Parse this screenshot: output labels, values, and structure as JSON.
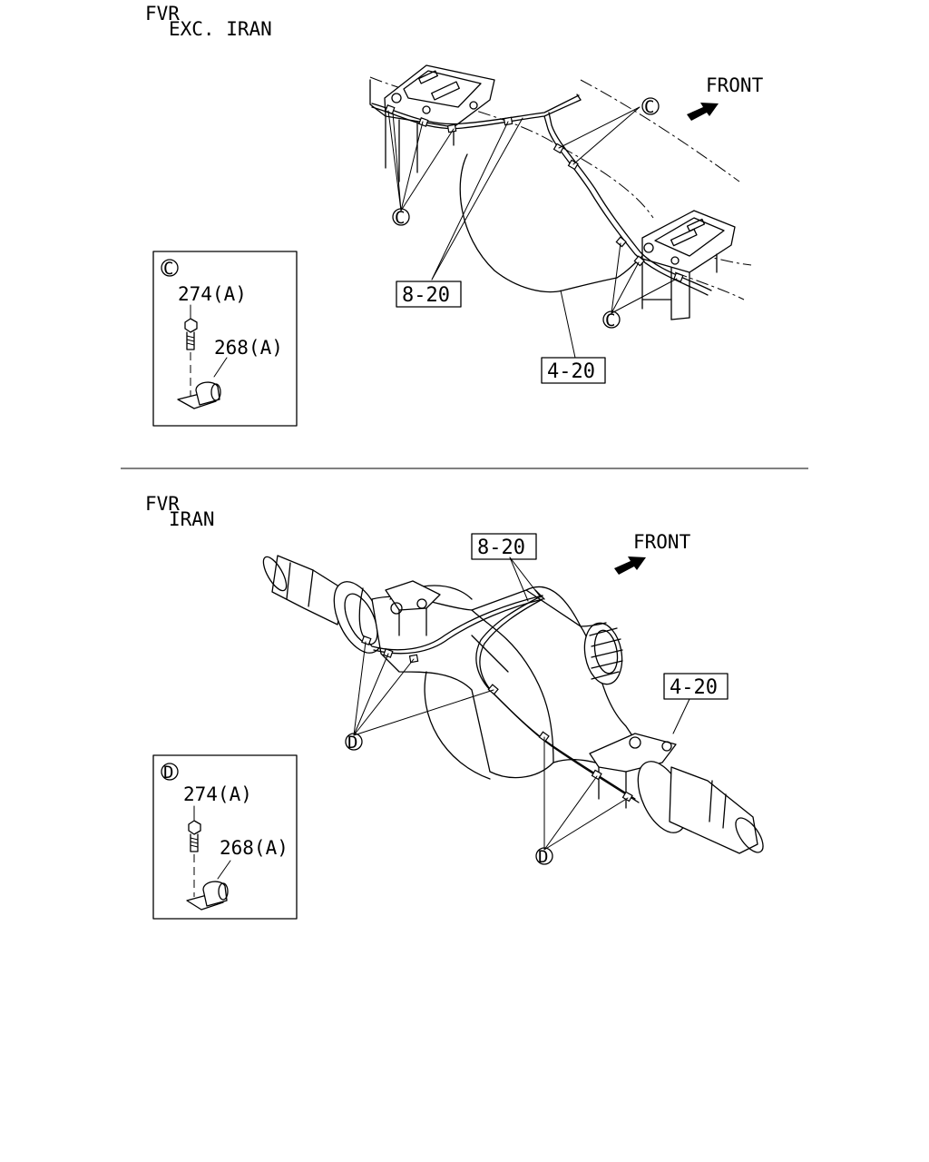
{
  "sections": [
    {
      "model": "FVR",
      "variant": "EXC. IRAN",
      "front_label": "FRONT",
      "callouts": [
        "8-20",
        "4-20"
      ],
      "clip_marker": "C",
      "detail": {
        "marker": "C",
        "bolt": "274(A)",
        "clip": "268(A)"
      }
    },
    {
      "model": "FVR",
      "variant": "IRAN",
      "front_label": "FRONT",
      "callouts": [
        "8-20",
        "4-20"
      ],
      "clip_marker": "D",
      "detail": {
        "marker": "D",
        "bolt": "274(A)",
        "clip": "268(A)"
      }
    }
  ]
}
